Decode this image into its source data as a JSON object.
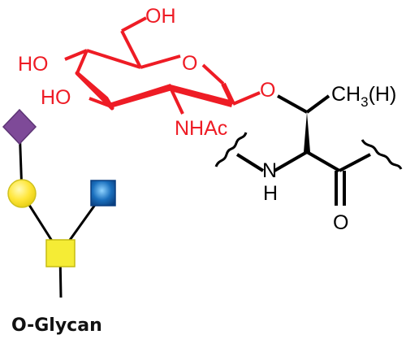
{
  "colors": {
    "sugar": "#ee1c25",
    "bonds": "#000000",
    "galactose": "#ffe63a",
    "galactose_stroke": "#cfc11e",
    "sialic_acid": "#7e4a98",
    "glcnac": "#1a6fbd",
    "galnac": "#f5ec35",
    "background": "#ffffff"
  },
  "icons": {
    "sialic": "diamond",
    "galactose": "circle",
    "glcnac": "square",
    "galnac": "square"
  },
  "sugar_ring": {
    "oh_top": "OH",
    "ho_upper": "HO",
    "ho_lower": "HO",
    "ring_oxygen": "O",
    "nhac": "NHAc",
    "glycosidic_oxygen": "O"
  },
  "amino_acid": {
    "side_chain": "CH",
    "subscript": "3",
    "suffix": "(H)",
    "amide_n": "N",
    "amide_h": "H",
    "carbonyl_o": "O"
  },
  "caption": "O-Glycan"
}
